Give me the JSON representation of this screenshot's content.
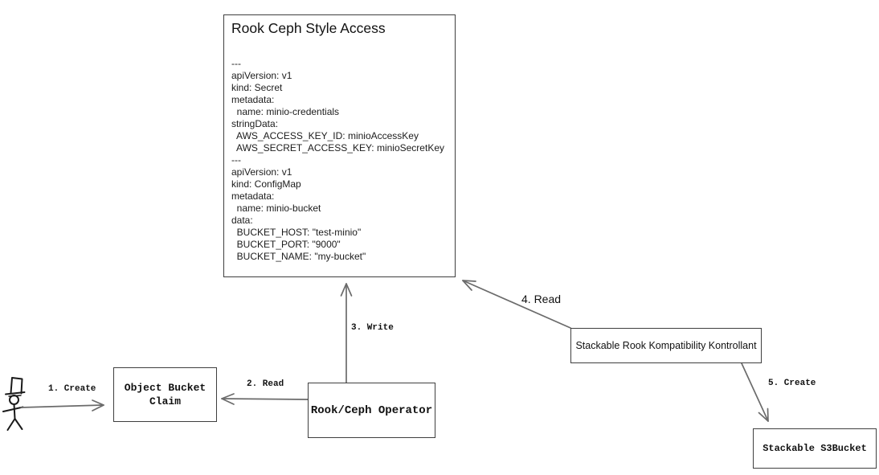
{
  "colors": {
    "background": "#ffffff",
    "box_border": "#3f3f3f",
    "arrow": "#6b6b6b",
    "text": "#111111"
  },
  "yaml_box": {
    "title": "Rook Ceph Style Access",
    "lines": [
      "---",
      "apiVersion: v1",
      "kind: Secret",
      "metadata:",
      "  name: minio-credentials",
      "stringData:",
      "  AWS_ACCESS_KEY_ID: minioAccessKey",
      "  AWS_SECRET_ACCESS_KEY: minioSecretKey",
      "---",
      "apiVersion: v1",
      "kind: ConfigMap",
      "metadata:",
      "  name: minio-bucket",
      "data:",
      "  BUCKET_HOST: \"test-minio\"",
      "  BUCKET_PORT: \"9000\"",
      "  BUCKET_NAME: \"my-bucket\""
    ]
  },
  "nodes": {
    "object_bucket_claim": {
      "label": "Object Bucket Claim"
    },
    "rook_ceph_operator": {
      "label": "Rook/Ceph Operator"
    },
    "kontrollant": {
      "label": "Stackable Rook Kompatibility Kontrollant"
    },
    "s3bucket": {
      "label": "Stackable S3Bucket"
    }
  },
  "edges": {
    "create_obc": {
      "label": "1. Create"
    },
    "read_obc": {
      "label": "2. Read"
    },
    "write_manifests": {
      "label": "3. Write"
    },
    "read_manifests": {
      "label": "4. Read"
    },
    "create_s3bucket": {
      "label": "5. Create"
    }
  },
  "icons": {
    "actor": "stick-figure-user-icon"
  }
}
